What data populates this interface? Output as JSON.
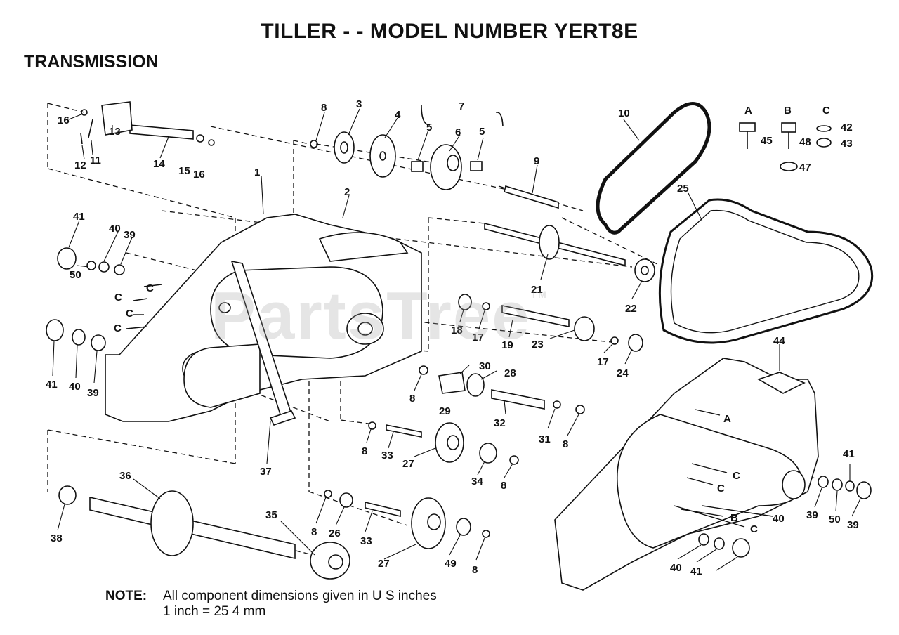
{
  "title": "TILLER - - MODEL NUMBER YERT8E",
  "section": "TRANSMISSION",
  "watermark": {
    "brand": "PartsTree",
    "tm": "TM"
  },
  "note": {
    "label": "NOTE:",
    "line1": "All component dimensions given in U S  inches",
    "line2": "1 inch = 25 4 mm"
  },
  "hardware_key": [
    {
      "letter": "A",
      "parts": [
        "45"
      ]
    },
    {
      "letter": "B",
      "parts": [
        "48"
      ]
    },
    {
      "letter": "C",
      "parts": [
        "42",
        "43"
      ]
    },
    {
      "letter": "",
      "parts": [
        "47"
      ]
    }
  ],
  "callouts": [
    "16",
    "13",
    "14",
    "11",
    "12",
    "15",
    "16",
    "8",
    "3",
    "4",
    "7",
    "5",
    "6",
    "5",
    "9",
    "10",
    "A",
    "B",
    "C",
    "42",
    "45",
    "48",
    "43",
    "47",
    "1",
    "2",
    "25",
    "41",
    "40",
    "39",
    "50",
    "C",
    "C",
    "C",
    "C",
    "21",
    "22",
    "18",
    "17",
    "19",
    "23",
    "17",
    "24",
    "41",
    "40",
    "39",
    "30",
    "28",
    "8",
    "29",
    "32",
    "31",
    "8",
    "44",
    "A",
    "8",
    "33",
    "27",
    "34",
    "8",
    "37",
    "36",
    "38",
    "35",
    "8",
    "26",
    "33",
    "27",
    "49",
    "8",
    "C",
    "C",
    "B",
    "C",
    "40",
    "39",
    "50",
    "41",
    "39",
    "40",
    "41"
  ]
}
